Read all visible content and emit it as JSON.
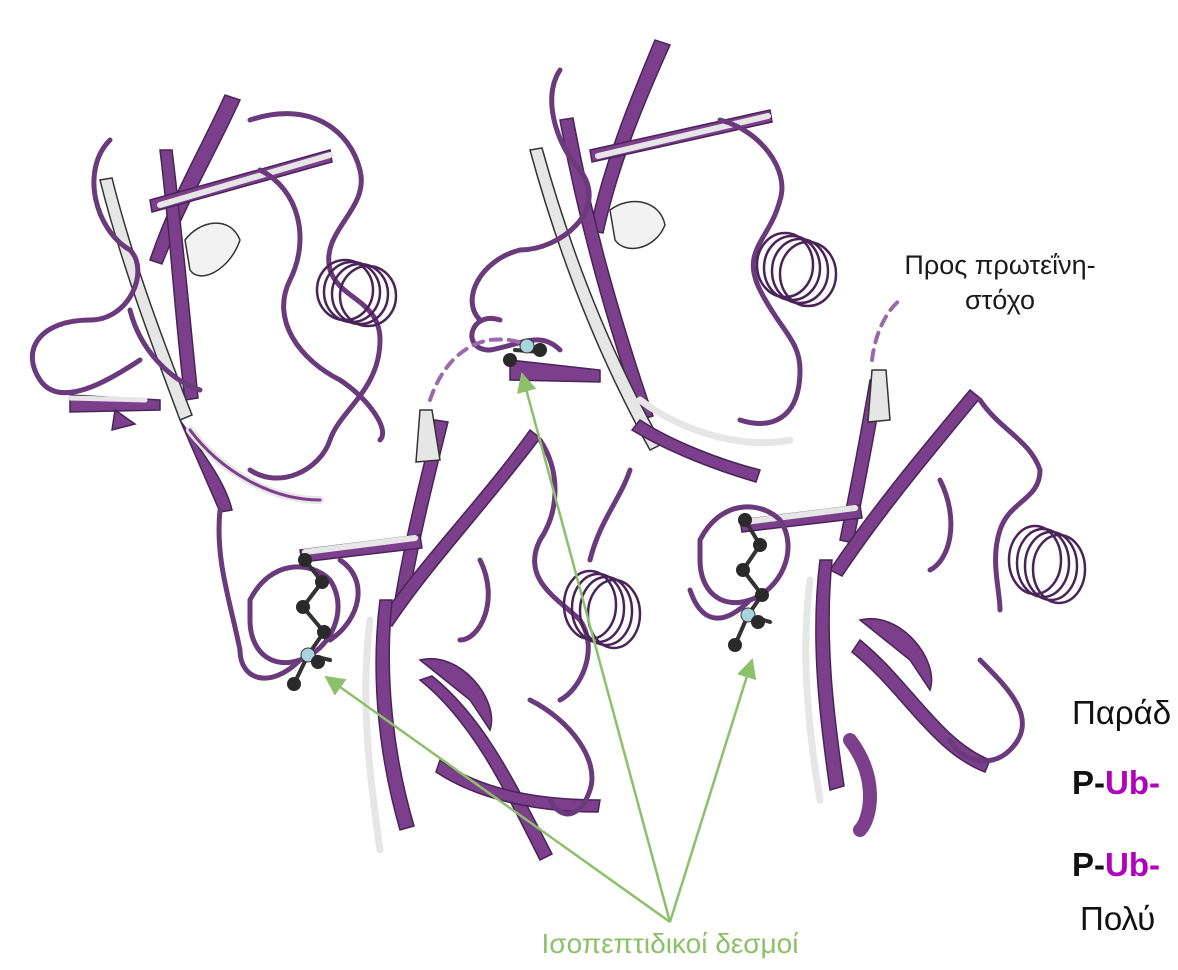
{
  "annotations": {
    "target_line1": "Προς πρωτεΐνη-",
    "target_line2": "στόχο",
    "bonds": "Ισοπεπτιδικοί δεσμοί"
  },
  "side_text": {
    "line1": "Παράδ",
    "line2_prefix": "P-",
    "line2_ub": "Ub-",
    "line3_prefix": "P-",
    "line3_ub": "Ub-",
    "line4": "Πολύ"
  },
  "colors": {
    "ribbon": "#7b3f8c",
    "ribbon_light": "#e4e4e4",
    "arrows": "#8cc06a",
    "ub_text": "#b000c0",
    "atom_dark": "#2a2a2a",
    "atom_nitrogen": "#a8d4e0"
  }
}
